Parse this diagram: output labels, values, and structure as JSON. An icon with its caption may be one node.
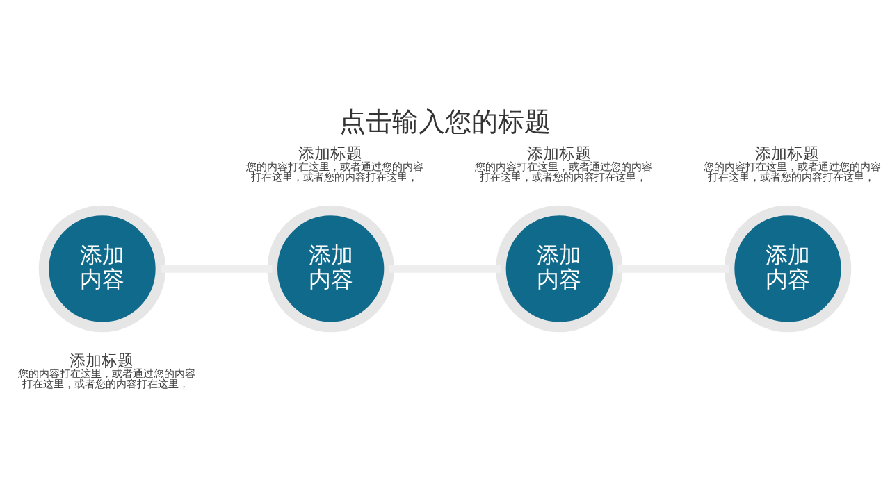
{
  "diagram": {
    "title": "点击输入您的标题",
    "nodes": [
      {
        "text": [
          "添加内容"
        ],
        "beside": [
          "添加标题",
          "您的内容打在这里，或者通过您的内容打在这里，或者您的内容打在这里，"
        ]
      },
      {
        "text": [
          "添加内容"
        ],
        "beside": [
          "添加标题",
          "您的内容打在这里，或者通过您的内容打在这里，或者您的内容打在这里，"
        ]
      },
      {
        "text": [
          "添加内容"
        ],
        "beside": [
          "添加标题",
          "您的内容打在这里，或者通过您的内容打在这里，或者您的内容打在这里，"
        ]
      },
      {
        "text": [
          "添加内容"
        ],
        "beside": [
          "添加标题",
          "您的内容打在这里，或者通过您的内容打在这里，或者您的内容打在这里，"
        ]
      }
    ],
    "edges": [
      {
        "from": 0,
        "to": 1,
        "arrow": "none"
      },
      {
        "from": 1,
        "to": 2,
        "arrow": "none"
      },
      {
        "from": 2,
        "to": 3,
        "arrow": "none"
      }
    ]
  }
}
